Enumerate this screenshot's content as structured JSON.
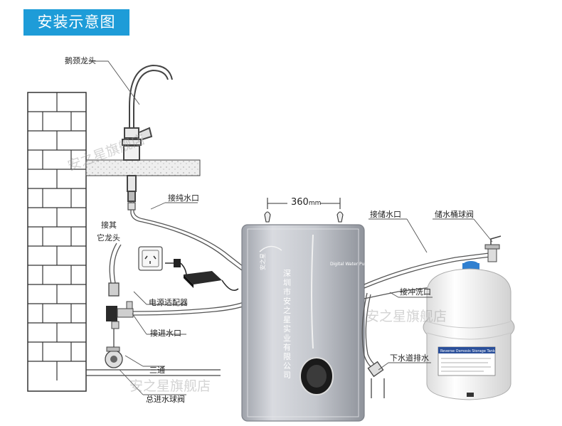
{
  "title": "安装示意图",
  "labels": {
    "gooseneck_faucet": "鹅颈龙头",
    "pure_water_port": "接纯水口",
    "other_faucet_line1": "接其",
    "other_faucet_line2": "它龙头",
    "power_adapter": "电源适配器",
    "inlet_port": "接进水口",
    "tee": "三通",
    "main_inlet_valve": "总进水球阀",
    "width": "360",
    "width_unit": "mm",
    "storage_port": "接储水口",
    "tank_ball_valve": "储水桶球阀",
    "flush_port": "接冲洗口",
    "drain_port": "下水道排水"
  },
  "watermark": "安之星旗舰店",
  "unit_body_text": {
    "logo": "安之星",
    "brand": "Digital Water Purifier",
    "vertical": "深圳市安之星实业有限公司"
  },
  "tank_label": {
    "title": "Reverse Osmosis Storage Tank"
  },
  "colors": {
    "banner": "#1e9cd8",
    "unit_silver": "#b9bcc3",
    "tank_white": "#f2f2f2",
    "tank_cap": "#2f7fd0",
    "line": "#555555"
  }
}
